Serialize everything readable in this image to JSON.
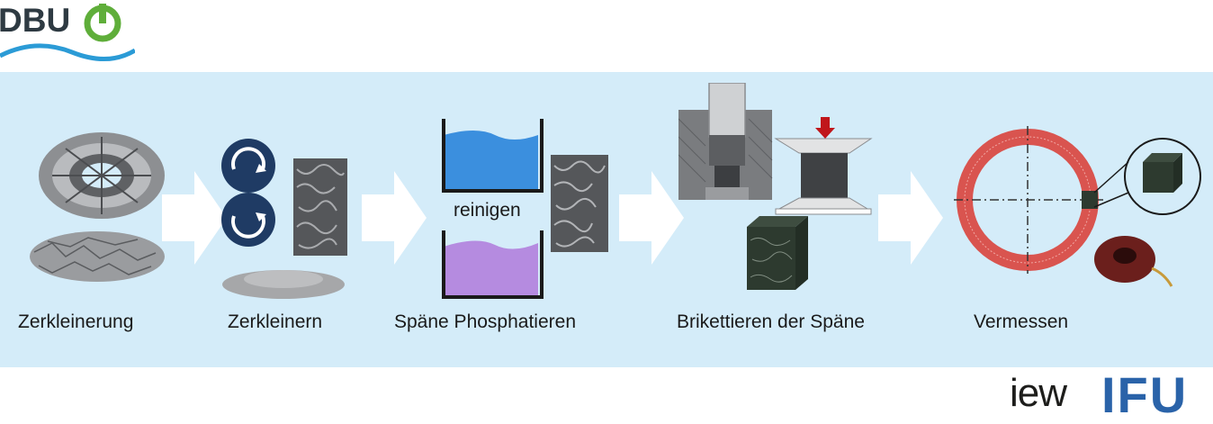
{
  "logos": {
    "left": {
      "text": "DBU"
    },
    "right": {
      "text_a": "iew",
      "text_b": "IFU"
    }
  },
  "steps": [
    {
      "label": "Zerkleinerung"
    },
    {
      "label": "Zerkleinern"
    },
    {
      "label": "Späne Phosphatieren",
      "tank_label": "reinigen"
    },
    {
      "label": "Brikettieren der Späne"
    },
    {
      "label": "Vermessen"
    }
  ],
  "colors": {
    "band": "#d4ecf9",
    "water": "#3b8fde",
    "phosphate": "#b58be0",
    "ring": "#d9544f",
    "gear": "#1f3b64",
    "ifu_blue": "#2a63a9",
    "press_arrow": "#c0161b"
  }
}
